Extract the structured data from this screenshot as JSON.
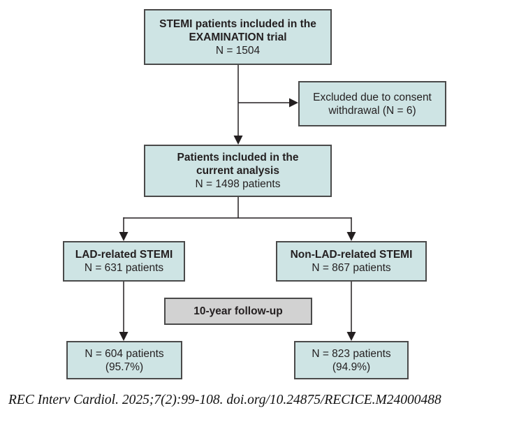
{
  "colors": {
    "node_fill": "#cee4e4",
    "node_border": "#4a4a4a",
    "followup_fill": "#d2d2d2",
    "text": "#231f20"
  },
  "flowchart": {
    "top_box": {
      "line1": "STEMI patients included in the",
      "line2": "EXAMINATION trial",
      "n": "N = 1504"
    },
    "excluded_box": {
      "line1": "Excluded due to consent",
      "line2": "withdrawal (N = 6)"
    },
    "analysis_box": {
      "line1": "Patients included in the",
      "line2": "current analysis",
      "n": "N = 1498 patients"
    },
    "lad_box": {
      "title": "LAD-related STEMI",
      "n": "N = 631 patients"
    },
    "nonlad_box": {
      "title": "Non-LAD-related STEMI",
      "n": "N = 867 patients"
    },
    "followup_box": {
      "label": "10-year follow-up"
    },
    "lad_outcome_box": {
      "n": "N = 604 patients",
      "pct": "(95.7%)"
    },
    "nonlad_outcome_box": {
      "n": "N = 823 patients",
      "pct": "(94.9%)"
    }
  },
  "footer": {
    "citation": "REC Interv Cardiol. 2025;7(2):99-108. doi.org/10.24875/RECICE.M24000488"
  }
}
